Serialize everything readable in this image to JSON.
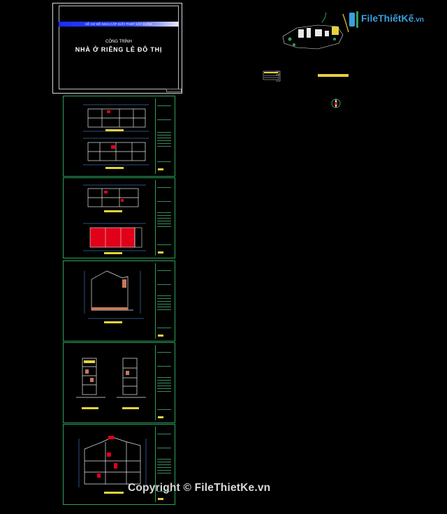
{
  "cover": {
    "band_text": "HỒ SƠ ĐỀ NGHỊ CẤP GIẤY PHÉP XÂY DỰNG",
    "subtitle": "CÔNG TRÌNH",
    "title": "NHÀ Ở RIÊNG LẺ ĐÔ THỊ"
  },
  "sheets": [
    {
      "content": "floor-plans-1"
    },
    {
      "content": "floor-plans-2"
    },
    {
      "content": "elevation"
    },
    {
      "content": "sections-narrow"
    },
    {
      "content": "section-detail"
    }
  ],
  "watermark": "Copyright © FileThietKe.vn",
  "logo": {
    "text": "FileThiếtKế",
    "suffix": ".vn"
  },
  "colors": {
    "background": "#000000",
    "sheet_border": "#2ea05a",
    "band": "#1a2cff",
    "accent_red": "#e0001a",
    "title_yellow": "#e6d23c"
  }
}
